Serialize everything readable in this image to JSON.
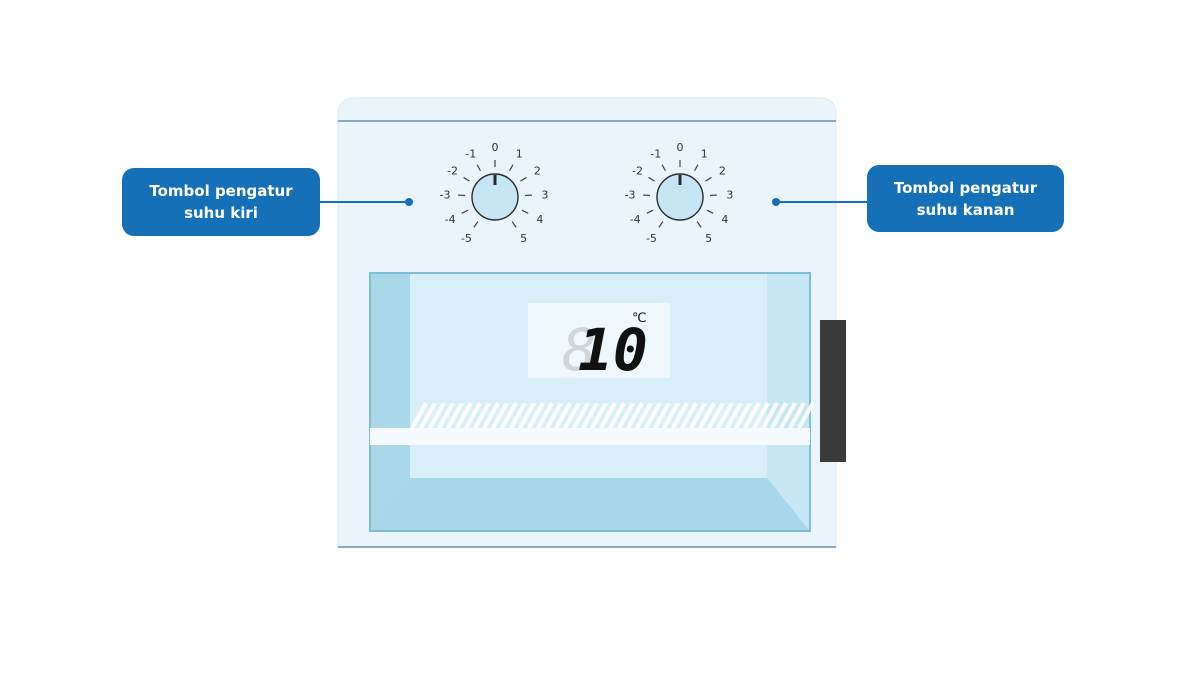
{
  "callouts": {
    "left": {
      "line1": "Tombol pengatur",
      "line2": "suhu kiri"
    },
    "right": {
      "line1": "Tombol pengatur",
      "line2": "suhu kanan"
    }
  },
  "dials": {
    "scale": [
      "0",
      "1",
      "2",
      "3",
      "4",
      "5",
      "-5",
      "-4",
      "-3",
      "-2",
      "-1"
    ]
  },
  "display": {
    "temperature": "10",
    "unit": "℃"
  },
  "colors": {
    "callout": "#1670b8",
    "cabinet": "#e8f3fb",
    "interior": "#cdebf7",
    "knob": "#c7e6f5",
    "handle": "#3a3a3a"
  }
}
